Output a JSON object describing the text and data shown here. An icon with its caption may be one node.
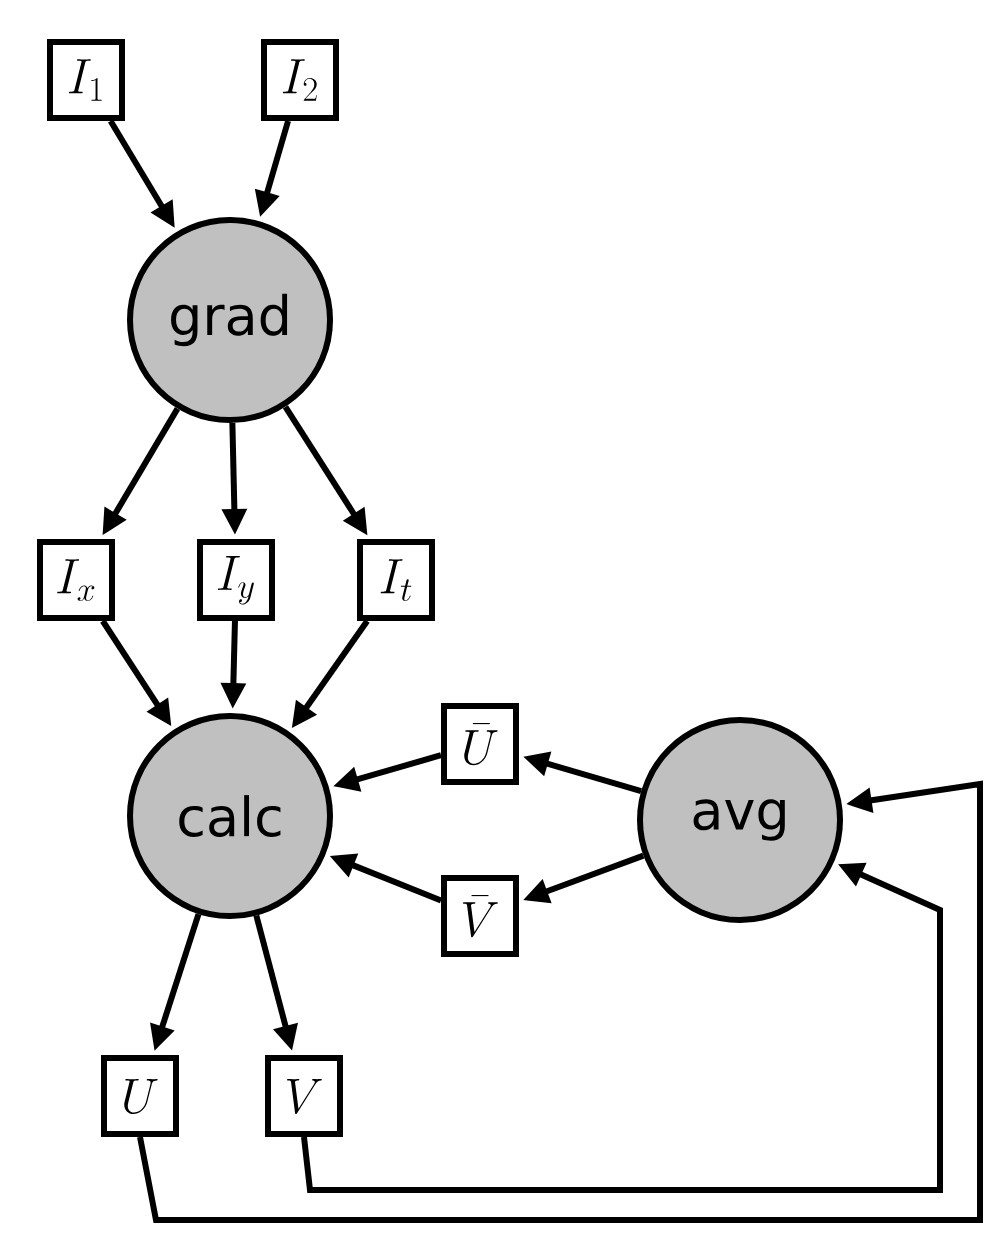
{
  "diagram": {
    "nodes": [
      {
        "text": [
          "I_1"
        ]
      },
      {
        "text": [
          "I_2"
        ]
      },
      {
        "text": [
          "grad"
        ]
      },
      {
        "text": [
          "I_x"
        ]
      },
      {
        "text": [
          "I_y"
        ]
      },
      {
        "text": [
          "I_t"
        ]
      },
      {
        "text": [
          "calc"
        ]
      },
      {
        "text": [
          "\\bar{U}"
        ]
      },
      {
        "text": [
          "avg"
        ]
      },
      {
        "text": [
          "\\bar{V}"
        ]
      },
      {
        "text": [
          "U"
        ]
      },
      {
        "text": [
          "V"
        ]
      }
    ],
    "edges": [
      {
        "from": 0,
        "to": 2,
        "arrow": "to"
      },
      {
        "from": 1,
        "to": 2,
        "arrow": "to"
      },
      {
        "from": 2,
        "to": 3,
        "arrow": "to"
      },
      {
        "from": 2,
        "to": 4,
        "arrow": "to"
      },
      {
        "from": 2,
        "to": 5,
        "arrow": "to"
      },
      {
        "from": 3,
        "to": 6,
        "arrow": "to"
      },
      {
        "from": 4,
        "to": 6,
        "arrow": "to"
      },
      {
        "from": 5,
        "to": 6,
        "arrow": "to"
      },
      {
        "from": 7,
        "to": 6,
        "arrow": "to"
      },
      {
        "from": 9,
        "to": 6,
        "arrow": "to"
      },
      {
        "from": 8,
        "to": 7,
        "arrow": "to"
      },
      {
        "from": 8,
        "to": 9,
        "arrow": "to"
      },
      {
        "from": 6,
        "to": 10,
        "arrow": "to"
      },
      {
        "from": 6,
        "to": 11,
        "arrow": "to"
      },
      {
        "from": 10,
        "to": 8,
        "arrow": "to"
      },
      {
        "from": 11,
        "to": 8,
        "arrow": "to"
      }
    ]
  }
}
